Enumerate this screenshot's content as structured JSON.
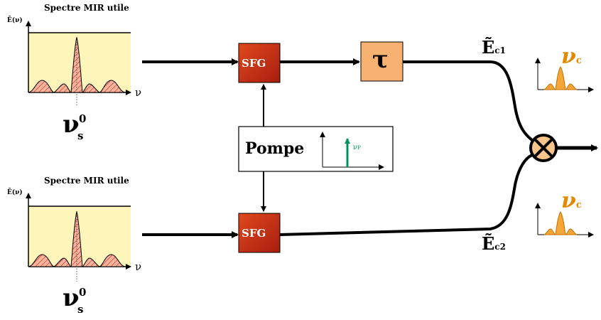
{
  "spectrum_top": {
    "title": "Spectre MIR utile",
    "ylabel": "Ẽ(ν)",
    "xlabel": "ν",
    "center_symbol": "ν",
    "center_sup": "0",
    "center_sub": "s"
  },
  "spectrum_bottom": {
    "title": "Spectre MIR utile",
    "ylabel": "Ẽ(ν)",
    "xlabel": "ν",
    "center_symbol": "ν",
    "center_sup": "0",
    "center_sub": "s"
  },
  "blocks": {
    "sfg_top": "SFG",
    "sfg_bottom": "SFG",
    "delay": "τ",
    "pump": "Pompe",
    "pump_freq": "ν",
    "pump_freq_sub": "P"
  },
  "outputs": {
    "field_top": "Ẽ",
    "field_top_sub": "c1",
    "field_bottom": "Ẽ",
    "field_bottom_sub": "c2",
    "nu_c_top": "ν",
    "nu_c_top_sub": "c",
    "nu_c_bottom": "ν",
    "nu_c_bottom_sub": "c"
  },
  "colors": {
    "spectrum_bg": "#fdf5b9",
    "sfg_from": "#e0491c",
    "sfg_to": "#a81d10",
    "delay_fill": "#f7b170",
    "combiner_fill": "#f9c58a",
    "pump_line": "#009060",
    "lobe_fill": "#f6b49c",
    "hatch": "#c8281e",
    "output_fill": "#f5a637"
  }
}
